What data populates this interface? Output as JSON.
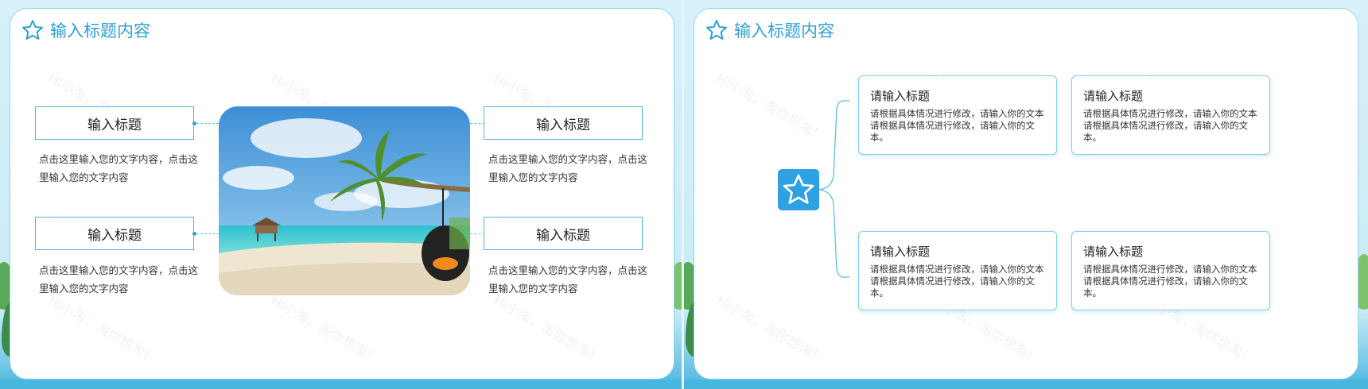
{
  "slides": [
    {
      "header_title": "输入标题内容",
      "watermark": "Hi小淘，淘你想淘！",
      "left_items": [
        {
          "title": "输入标题",
          "text": "点击这里输入您的文字内容，点击这里输入您的文字内容"
        },
        {
          "title": "输入标题",
          "text": "点击这里输入您的文字内容，点击这里输入您的文字内容"
        }
      ],
      "right_items": [
        {
          "title": "输入标题",
          "text": "点击这里输入您的文字内容，点击这里输入您的文字内容"
        },
        {
          "title": "输入标题",
          "text": "点击这里输入您的文字内容，点击这里输入您的文字内容"
        }
      ]
    },
    {
      "header_title": "输入标题内容",
      "watermark": "Hi小淘，淘你想淘！",
      "boxes": [
        {
          "title": "请输入标题",
          "text": "请根据具体情况进行修改，请输入你的文本请根据具体情况进行修改，请输入你的文本。"
        },
        {
          "title": "请输入标题",
          "text": "请根据具体情况进行修改，请输入你的文本请根据具体情况进行修改，请输入你的文本。"
        },
        {
          "title": "请输入标题",
          "text": "请根据具体情况进行修改，请输入你的文本请根据具体情况进行修改，请输入你的文本。"
        },
        {
          "title": "请输入标题",
          "text": "请根据具体情况进行修改，请输入你的文本请根据具体情况进行修改，请输入你的文本。"
        }
      ]
    }
  ],
  "colors": {
    "accent": "#2ea1d9",
    "border": "#8cd4ef",
    "hub": "#2ea1e5"
  },
  "icons": {
    "header": "star-outline-icon",
    "hub": "star-outline-icon"
  }
}
